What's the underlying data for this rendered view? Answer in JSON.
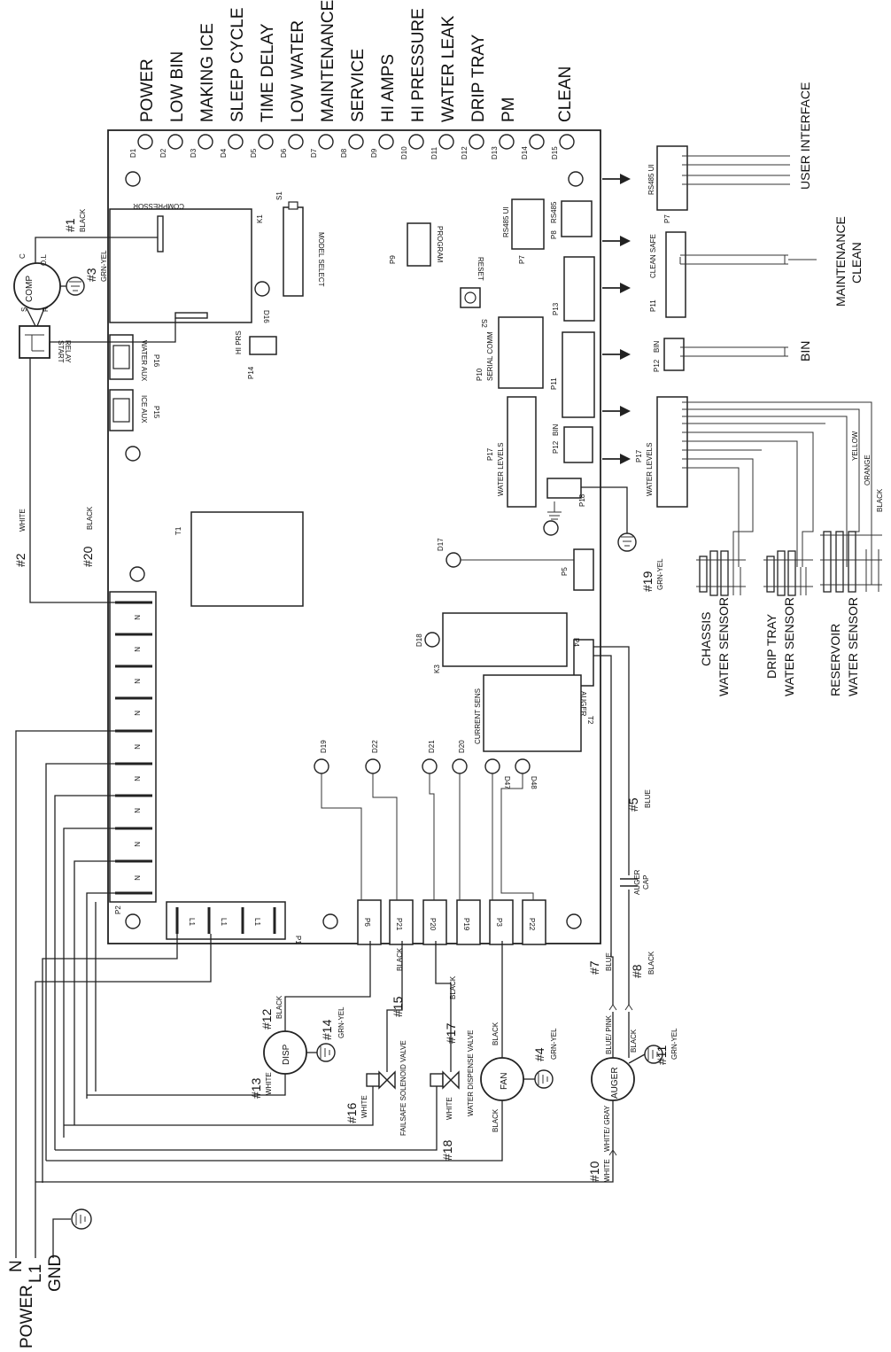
{
  "leds": [
    {
      "label": "POWER",
      "id": "D1"
    },
    {
      "label": "LOW BIN",
      "id": "D2"
    },
    {
      "label": "MAKING ICE",
      "id": "D3"
    },
    {
      "label": "SLEEP CYCLE",
      "id": "D4"
    },
    {
      "label": "TIME DELAY",
      "id": "D5"
    },
    {
      "label": "LOW WATER",
      "id": "D6"
    },
    {
      "label": "MAINTENANCE",
      "id": "D7"
    },
    {
      "label": "SERVICE",
      "id": "D8"
    },
    {
      "label": "HI AMPS",
      "id": "D9"
    },
    {
      "label": "HI PRESSURE",
      "id": "D10"
    },
    {
      "label": "WATER LEAK",
      "id": "D11"
    },
    {
      "label": "DRIP TRAY",
      "id": "D12"
    },
    {
      "label": "PM",
      "id": "D13"
    },
    {
      "label": "",
      "id": "D14"
    },
    {
      "label": "CLEAN",
      "id": "D15"
    }
  ],
  "board": {
    "compressor_relay": "COMPRESSOR",
    "k1": "K1",
    "s1": "S1",
    "model_select": "MODEL SELECT",
    "d16": "D16",
    "p9": "P9",
    "program": "PROGRAM",
    "reset": "RESET",
    "s2": "S2",
    "hi_prs": "HI PRS",
    "p14": "P14",
    "water_aux": "WATER AUX",
    "p16": "P16",
    "ice_aux": "ICE AUX",
    "p15": "P15",
    "t1": "T1",
    "p2": "P2",
    "p1": "P1",
    "serial_comm": "SERIAL COMM",
    "p10": "P10",
    "p17": "P17",
    "water_levels": "WATER LEVELS",
    "p7": "P7",
    "rs485_ui": "RS485 UI",
    "p8": "P8",
    "rs485": "RS485",
    "p13": "P13",
    "p11": "P11",
    "p12": "P12",
    "bin": "BIN",
    "p18": "P18",
    "d17": "D17",
    "p5": "P5",
    "d18": "D18",
    "k3": "K3",
    "p4": "P4",
    "auger": "AUGER",
    "current_sens": "CURRENT SENS",
    "t2": "T2",
    "d19": "D19",
    "d22": "D22",
    "d21": "D21",
    "d20": "D20",
    "d47": "D47",
    "d48": "D48",
    "p6": "P6",
    "p21": "P21",
    "p20": "P20",
    "p19": "P19",
    "p3": "P3",
    "p22": "P22",
    "n": "N",
    "l1": "L1"
  },
  "right_connectors": {
    "p7_label": "P7",
    "p7_name": "RS485 UI",
    "p11_label": "P11",
    "p11_name": "CLEAN SAFE",
    "p12_label": "P12",
    "p12_name": "BIN",
    "p17_label": "P17",
    "p17_name": "WATER LEVELS",
    "user_interface": "USER INTERFACE",
    "maintenance": "MAINTENANCE",
    "clean": "CLEAN",
    "bin": "BIN",
    "yellow": "YELLOW",
    "orange": "ORANGE",
    "black": "BLACK",
    "chassis_1": "CHASSIS",
    "chassis_2": "WATER SENSOR",
    "drip_1": "DRIP TRAY",
    "drip_2": "WATER SENSOR",
    "res_1": "RESERVOIR",
    "res_2": "WATER SENSOR"
  },
  "components": {
    "comp": "COMP",
    "c": "C",
    "ol": "O.L",
    "s": "S",
    "r": "R",
    "start_relay_1": "START",
    "start_relay_2": "RELAY",
    "disp": "DISP",
    "fan": "FAN",
    "auger": "AUGER",
    "failsafe": "FAILSAFE SOLENOID VALVE",
    "water_dispense": "WATER DISPENSE VALVE",
    "auger_cap_1": "AUGER",
    "auger_cap_2": "CAP",
    "power": "POWER",
    "n": "N",
    "l1": "L1",
    "gnd": "GND"
  },
  "wires": {
    "w1": "#1",
    "w1c": "BLACK",
    "w2": "#2",
    "w2c": "WHITE",
    "w3": "#3",
    "w3c": "GRN-YEL",
    "w4": "#4",
    "w4c": "GRN-YEL",
    "w5": "#5",
    "w5c": "BLUE",
    "w7": "#7",
    "w7c": "BLUE",
    "w8": "#8",
    "w8c": "BLACK",
    "w10": "#10",
    "w10c": "WHITE",
    "w11": "#11",
    "w11c": "GRN-YEL",
    "w12": "#12",
    "w12c": "BLACK",
    "w13": "#13",
    "w13c": "WHITE",
    "w14": "#14",
    "w14c": "GRN-YEL",
    "w15": "#15",
    "w15c": "BLACK",
    "w16": "#16",
    "w16c": "WHITE",
    "w17": "#17",
    "w17c": "BLACK",
    "w18": "#18",
    "w18c": "WHITE",
    "w19": "#19",
    "w19c": "GRN-YEL",
    "w20": "#20",
    "w20c": "BLACK",
    "fan_black_top": "BLACK",
    "fan_black_bottom": "BLACK",
    "auger_bluepink": "BLUE/ PINK",
    "auger_black": "BLACK",
    "auger_whitegray": "WHITE/ GRAY"
  }
}
